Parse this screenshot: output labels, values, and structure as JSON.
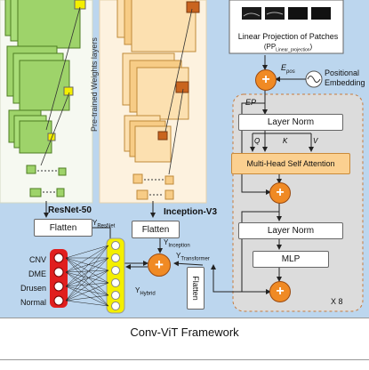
{
  "colors": {
    "panel": "#bcd6ee",
    "resnet_bg": "#f6f9f1",
    "inception_bg": "#fdf2df",
    "green": "#9ed36a",
    "green_dark": "#5a8f2a",
    "yellow": "#f4ef00",
    "orange": "#f7b85a",
    "orange_dark": "#b95c1a",
    "plus": "#f08a24",
    "red": "#e01e1e",
    "transformer_bg": "#dcdcdc",
    "mhsa": "#fbd090"
  },
  "labels": {
    "pretrained": "Pre-trained Weights layers",
    "resnet": "ResNet-50",
    "inception": "Inception-V3",
    "flatten": "Flatten",
    "y_resnet_main": "Y",
    "y_resnet_sub": "ResNet",
    "y_inception_main": "Y",
    "y_inception_sub": "Inception",
    "y_transformer_main": "Y",
    "y_transformer_sub": "Transformer",
    "y_hybrid_main": "Y",
    "y_hybrid_sub": "Hybrid",
    "linear_projection": "Linear Projection of Patches",
    "pp_main": "(PP",
    "pp_sub": "Linear_projection",
    "pp_end": ")",
    "epos_main": "E",
    "epos_sub": "pos",
    "positional": "Positional",
    "embedding": "Embedding",
    "ep": "EP",
    "layer_norm": "Layer Norm",
    "q": "Q",
    "k": "K",
    "v": "V",
    "mhsa": "Multi-Head Self Attention",
    "mlp": "MLP",
    "x8": "X 8",
    "classes": [
      "CNV",
      "DME",
      "Drusen",
      "Normal"
    ],
    "plus": "+",
    "caption": "Conv-ViT Framework"
  }
}
